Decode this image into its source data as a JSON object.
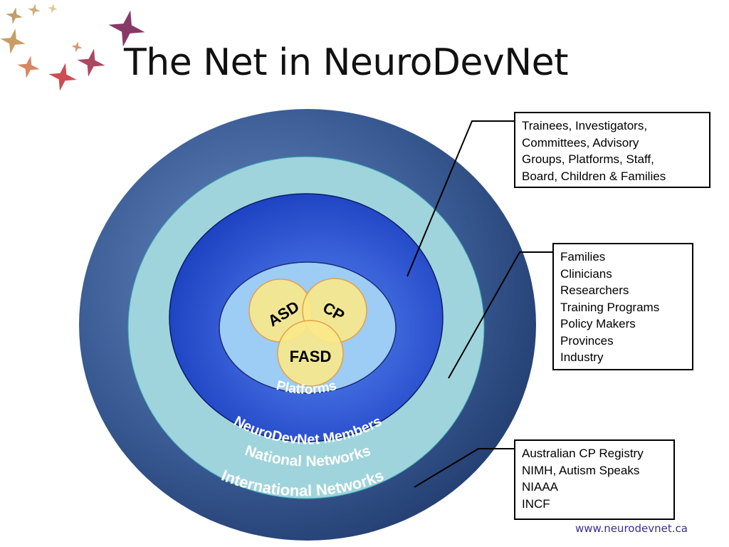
{
  "title": "The Net in NeuroDevNet",
  "rings": {
    "international": "International Networks",
    "national": "National Networks",
    "members": "NeuroDevNet Members",
    "platforms": "Platforms"
  },
  "core": {
    "asd": "ASD",
    "cp": "CP",
    "fasd": "FASD"
  },
  "callouts": {
    "members": [
      "Trainees, Investigators,",
      "Committees, Advisory",
      "Groups, Platforms, Staff,",
      "Board, Children & Families"
    ],
    "national": [
      "Families",
      "Clinicians",
      "Researchers",
      "Training Programs",
      "Policy Makers",
      "Provinces",
      "Industry"
    ],
    "international": [
      "Australian CP Registry",
      "NIMH, Autism Speaks",
      "NIAAA",
      "INCF"
    ]
  },
  "website": "www.neurodevnet.ca",
  "colors": {
    "outer_ring": "#2f4f86",
    "national_ring": "#9fd4dc",
    "members_ring": "#1f48c8",
    "platforms_ring": "#9dccf5",
    "core_circle": "#fbe98a",
    "core_border": "#e3a04a"
  },
  "decoration": {
    "stars_icon": "decorative-stars-icon"
  }
}
